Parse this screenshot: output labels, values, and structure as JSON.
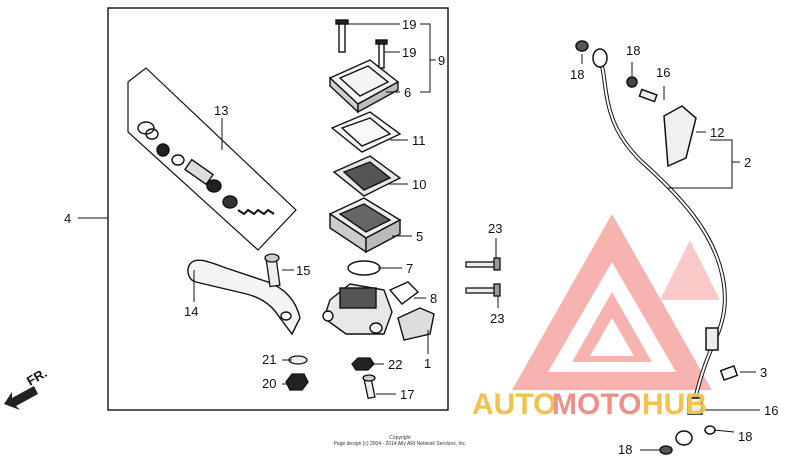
{
  "diagram": {
    "callouts": {
      "c1": "1",
      "c2": "2",
      "c3": "3",
      "c4": "4",
      "c5": "5",
      "c6": "6",
      "c7": "7",
      "c8": "8",
      "c9": "9",
      "c10": "10",
      "c11": "11",
      "c12": "12",
      "c13": "13",
      "c14": "14",
      "c15": "15",
      "c16a": "16",
      "c16b": "16",
      "c17": "17",
      "c18a": "18",
      "c18b": "18",
      "c18c": "18",
      "c18d": "18",
      "c19a": "19",
      "c19b": "19",
      "c20": "20",
      "c21": "21",
      "c22": "22",
      "c23a": "23",
      "c23b": "23"
    },
    "direction_marker": "FR.",
    "copyright_line1": "Copyright",
    "copyright_line2": "Page design (c) 2004 - 2014 Ally ARI Network Services, Inc."
  },
  "watermark": {
    "part1": "AUTO",
    "part2": "MOTO",
    "part3": "HUB",
    "colors": {
      "auto": "#f2c14e",
      "moto": "#ef8f8a",
      "hub": "#f2c14e",
      "logo": "#ef5a55"
    }
  }
}
